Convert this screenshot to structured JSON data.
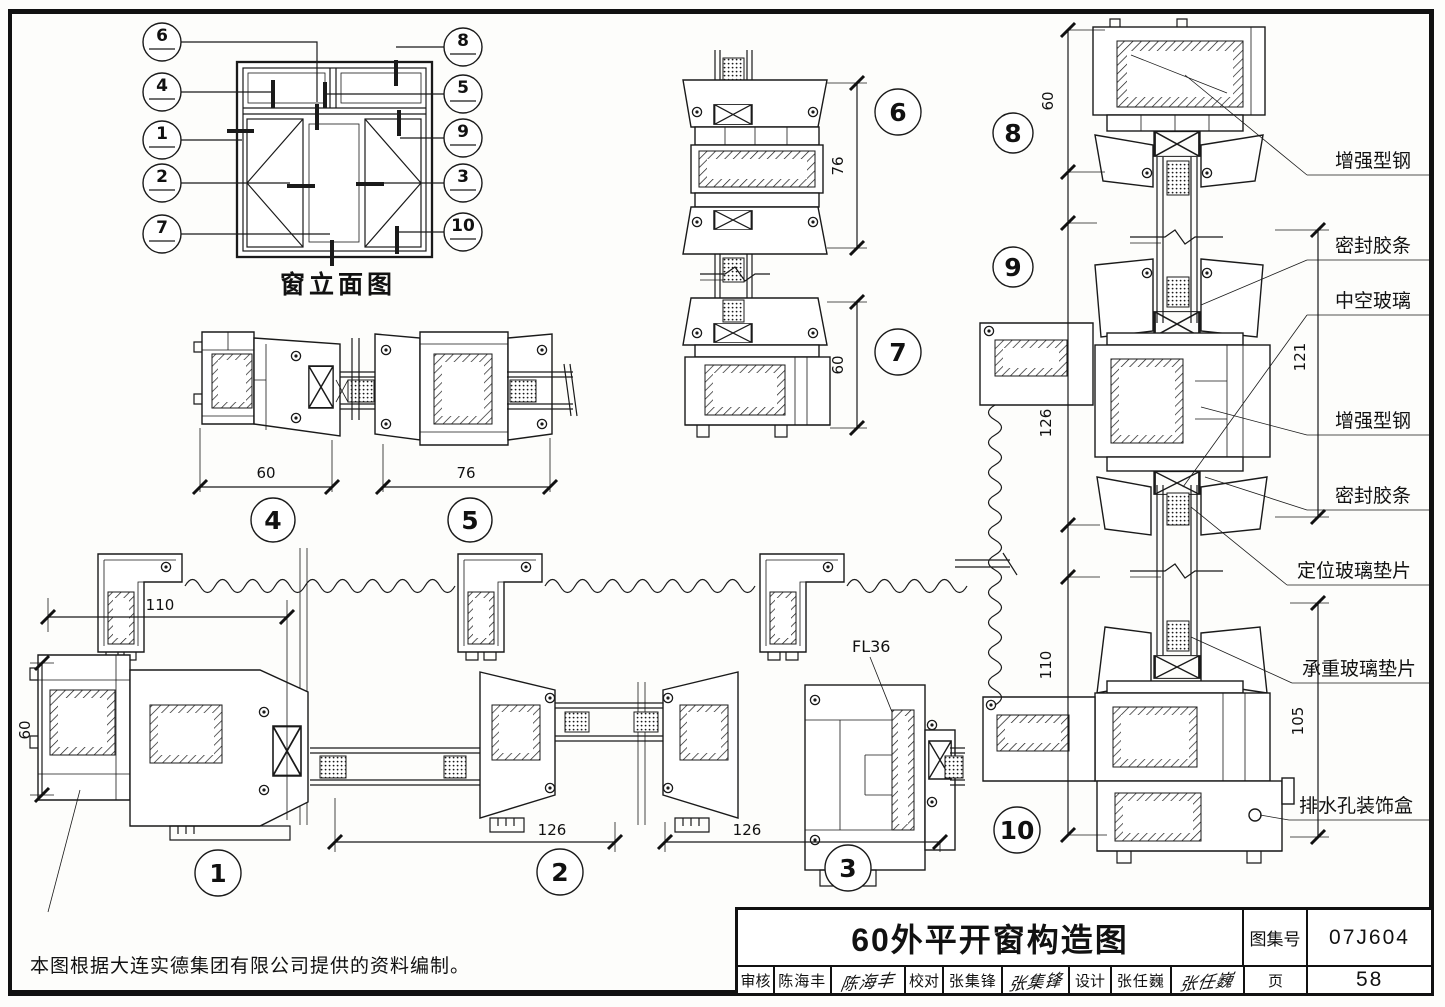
{
  "sheet": {
    "note": "本图根据大连实德集团有限公司提供的资料编制。",
    "title_block": {
      "title": "60外平开窗构造图",
      "atlas_label": "图集号",
      "atlas_number": "07J604",
      "page_label": "页",
      "page_number": "58",
      "roles": [
        {
          "label": "审核",
          "name": "陈海丰",
          "signature": "陈海丰"
        },
        {
          "label": "校对",
          "name": "张集锋",
          "signature": "张集锋"
        },
        {
          "label": "设计",
          "name": "张任巍",
          "signature": "张任巍"
        }
      ]
    }
  },
  "elevation": {
    "title": "窗立面图"
  },
  "callouts": {
    "c1": "1",
    "c2": "2",
    "c3": "3",
    "c4": "4",
    "c5": "5",
    "c6": "6",
    "c7": "7",
    "c8": "8",
    "c9": "9",
    "c10": "10"
  },
  "dimensions": {
    "detail1_width": "110",
    "detail1_height": "60",
    "detail2_width": "126",
    "detail3_width": "126",
    "detail4_width": "60",
    "detail5_width": "76",
    "detail6_height": "76",
    "detail7_height": "60",
    "detail8_height": "60",
    "column_mid": "126",
    "column_low": "110",
    "edge_upper": "121",
    "edge_lower": "105"
  },
  "annotations": {
    "profile_code": "FL36"
  },
  "part_labels": [
    "增强型钢",
    "密封胶条",
    "中空玻璃",
    "增强型钢",
    "密封胶条",
    "定位玻璃垫片",
    "承重玻璃垫片",
    "排水孔装饰盒"
  ],
  "colors": {
    "ink": "#1a1a1a",
    "paper": "#ffffff"
  }
}
